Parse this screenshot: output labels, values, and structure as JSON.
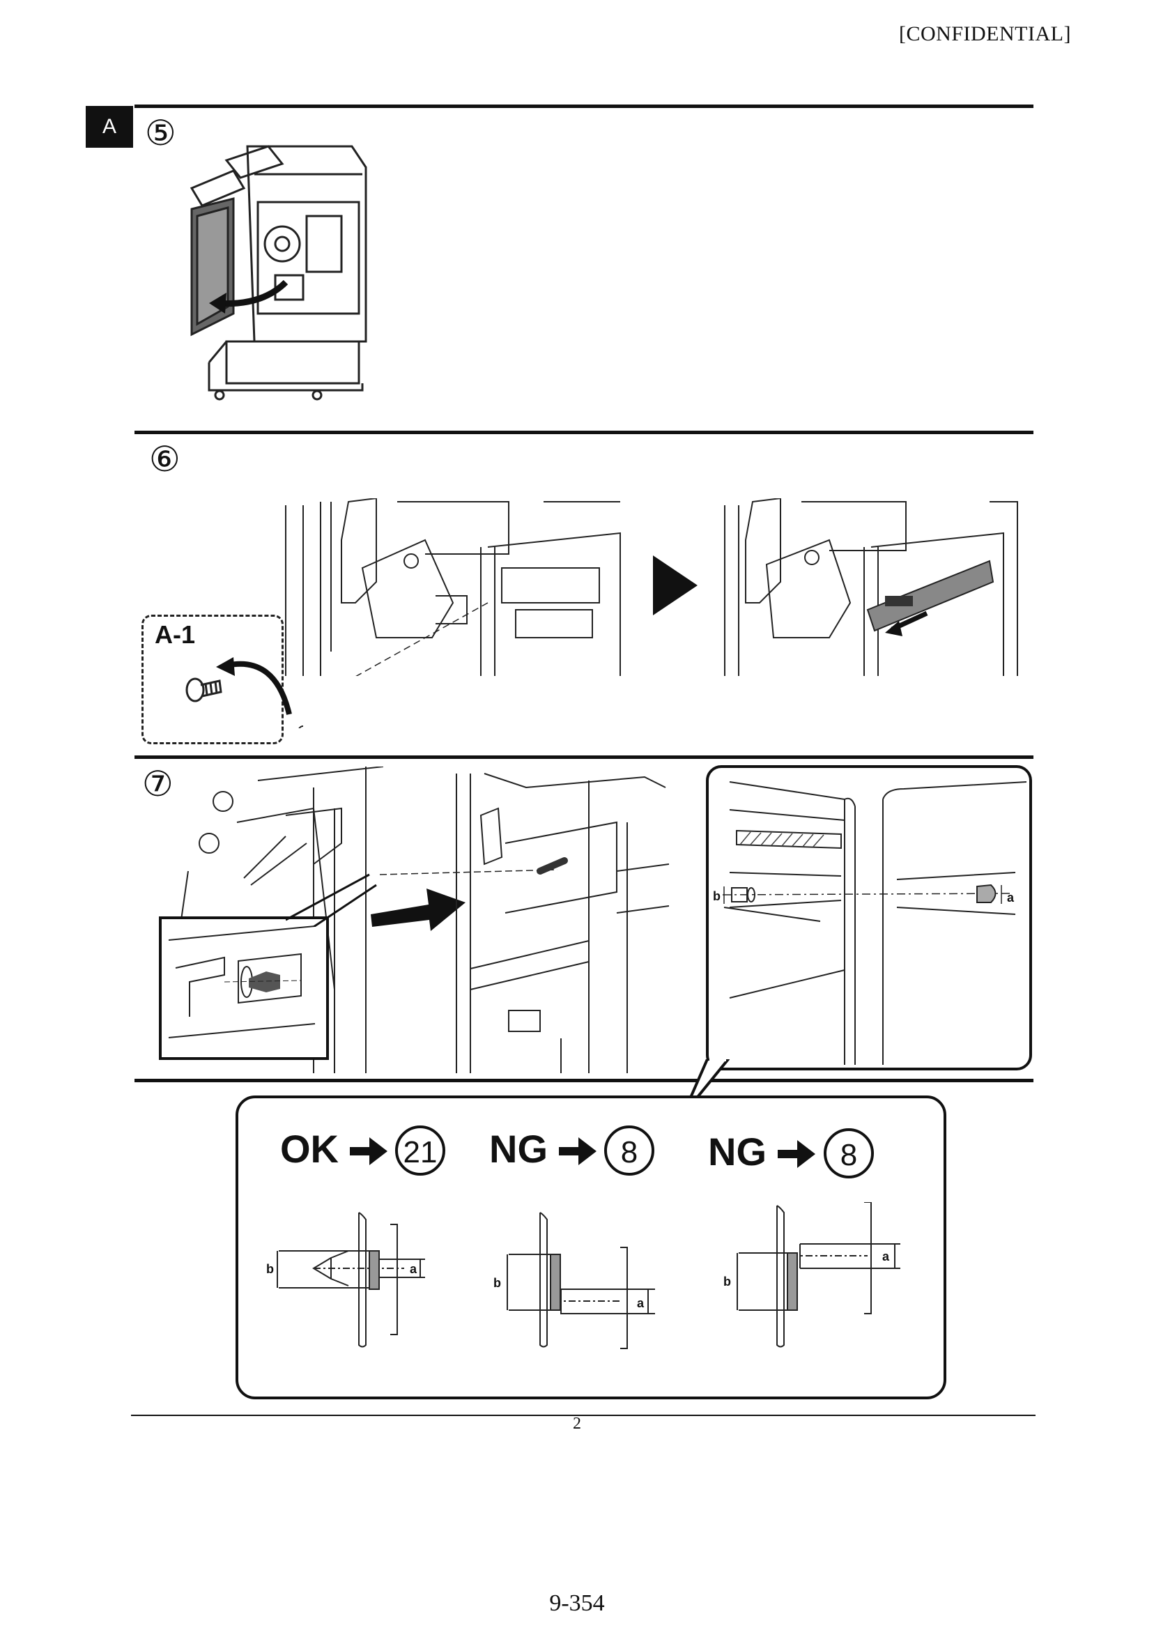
{
  "header": {
    "confidential": "[CONFIDENTIAL]"
  },
  "section_marker": "A",
  "steps": {
    "s5": "⑤",
    "s6": "⑥",
    "s7": "⑦"
  },
  "detail_label": "A-1",
  "results": {
    "ok_label": "OK",
    "ok_target": "21",
    "ng1_label": "NG",
    "ng1_target": "8",
    "ng2_label": "NG",
    "ng2_target": "8"
  },
  "dim_labels": {
    "a": "a",
    "b": "b"
  },
  "footer": {
    "page": "2",
    "doc_page": "9-354"
  }
}
